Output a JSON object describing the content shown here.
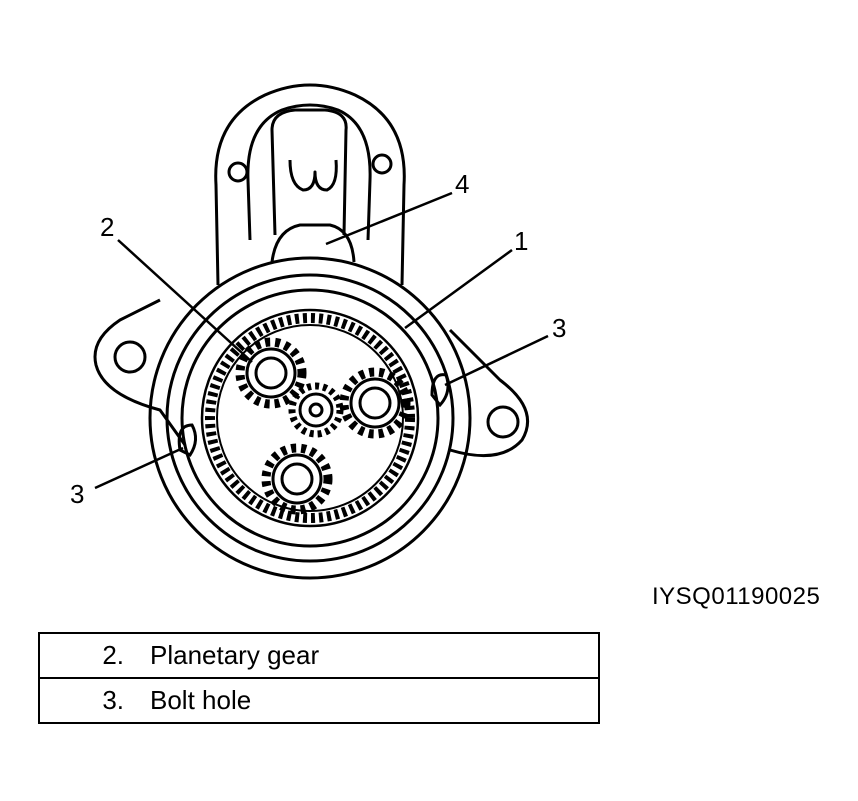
{
  "diagram": {
    "callouts": {
      "c1": "1",
      "c2": "2",
      "c3a": "3",
      "c3b": "3",
      "c4": "4"
    },
    "figure_code": "IYSQ01190025"
  },
  "legend": {
    "rows": [
      {
        "number": "2.",
        "label": "Planetary gear"
      },
      {
        "number": "3.",
        "label": "Bolt hole"
      }
    ]
  }
}
